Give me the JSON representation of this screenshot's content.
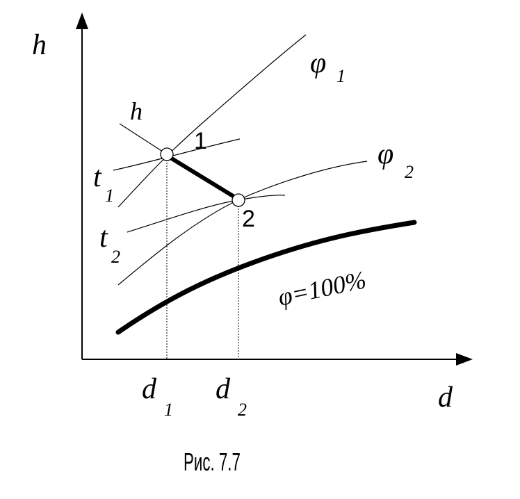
{
  "diagram": {
    "axes": {
      "y_label": "h",
      "x_label": "d"
    },
    "curves": {
      "phi1": {
        "symbol": "φ",
        "index": "1"
      },
      "phi2": {
        "symbol": "φ",
        "index": "2"
      },
      "saturation": "φ=100%",
      "enthalpy_line": "h",
      "t1": {
        "symbol": "t",
        "index": "1"
      },
      "t2": {
        "symbol": "t",
        "index": "2"
      }
    },
    "points": {
      "p1": "1",
      "p2": "2"
    },
    "ticks": {
      "d1": {
        "symbol": "d",
        "index": "1"
      },
      "d2": {
        "symbol": "d",
        "index": "2"
      }
    },
    "caption": "Рис. 7.7"
  }
}
